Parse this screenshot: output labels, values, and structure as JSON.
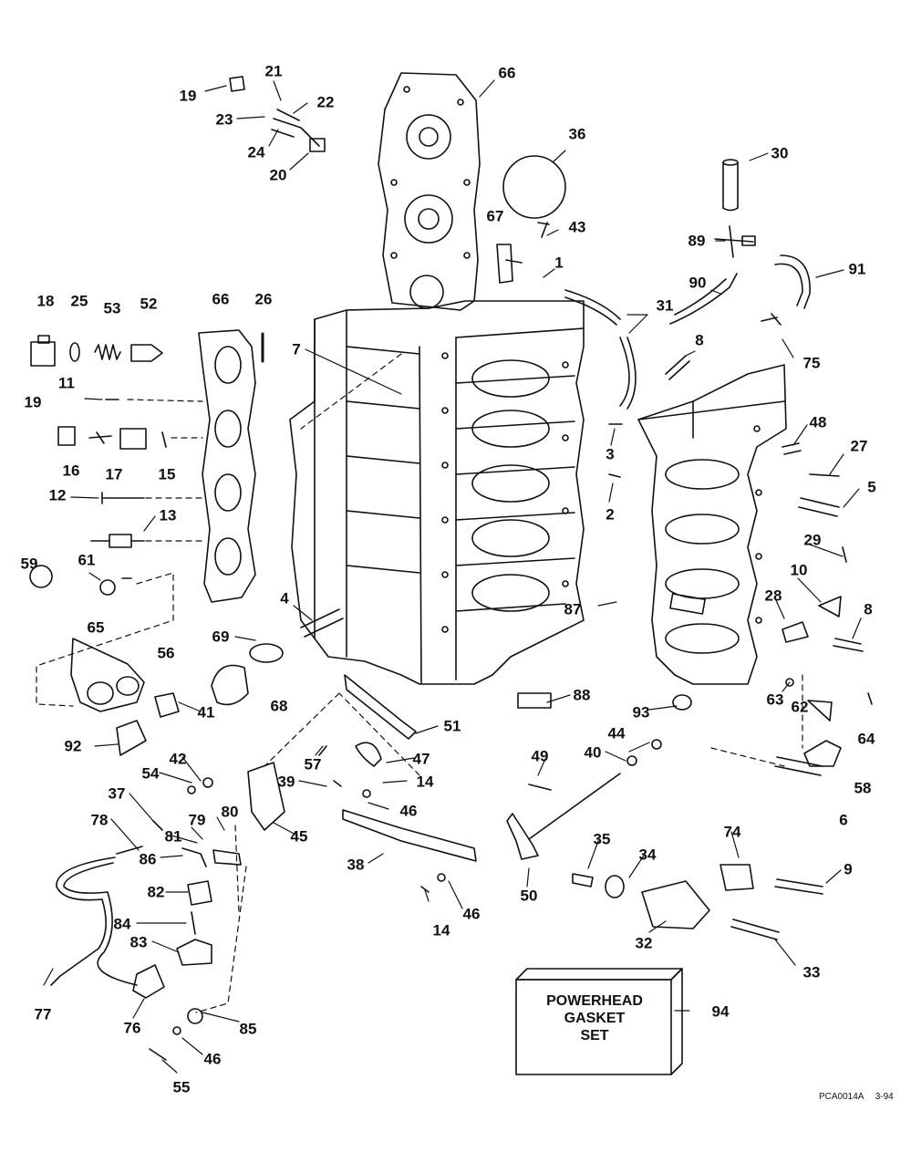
{
  "callouts": [
    "66",
    "36",
    "30",
    "89",
    "91",
    "90",
    "75",
    "31",
    "1",
    "43",
    "67",
    "8",
    "7",
    "21",
    "19",
    "22",
    "23",
    "24",
    "20",
    "18",
    "25",
    "53",
    "52",
    "26",
    "11",
    "16",
    "17",
    "15",
    "12",
    "13",
    "59",
    "61",
    "65",
    "56",
    "41",
    "92",
    "69",
    "68",
    "4",
    "3",
    "2",
    "87",
    "48",
    "27",
    "5",
    "29",
    "10",
    "28",
    "63",
    "62",
    "64",
    "58",
    "6",
    "88",
    "93",
    "44",
    "40",
    "49",
    "51",
    "47",
    "57",
    "14",
    "39",
    "46",
    "42",
    "54",
    "37",
    "79",
    "78",
    "81",
    "80",
    "86",
    "45",
    "38",
    "35",
    "34",
    "74",
    "9",
    "50",
    "82",
    "84",
    "83",
    "32",
    "33",
    "77",
    "76",
    "85",
    "55",
    "94"
  ],
  "box_lines": [
    "POWERHEAD",
    "GASKET",
    "SET"
  ],
  "drawing_code": [
    "PCA0014A",
    "3-94"
  ]
}
